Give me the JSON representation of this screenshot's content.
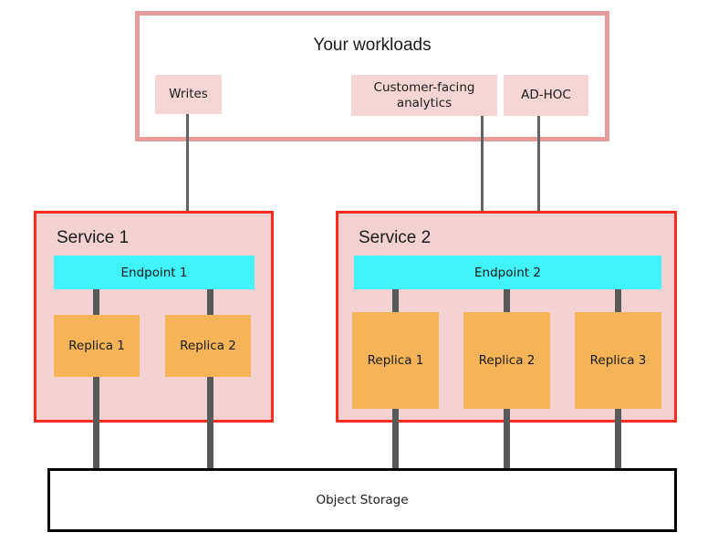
{
  "diagram": {
    "title_region": "data-service-architecture",
    "colors": {
      "workload_border": "#e79c9c",
      "chip_fill": "#f6d6d4",
      "service_border": "#fa2e1e",
      "service_fill": "#f4d2d1",
      "endpoint_fill": "#40f4f9",
      "replica_fill": "#f4b457",
      "storage_border": "#000000",
      "connector": "#595959",
      "arrow": "#636363"
    }
  },
  "workloads": {
    "label": "Your workloads",
    "items": [
      {
        "label": "Writes"
      },
      {
        "label": "Customer-facing analytics"
      },
      {
        "label": "AD-HOC"
      }
    ]
  },
  "services": [
    {
      "label": "Service 1",
      "endpoint": "Endpoint 1",
      "replicas": [
        {
          "label": "Replica 1"
        },
        {
          "label": "Replica 2"
        }
      ]
    },
    {
      "label": "Service 2",
      "endpoint": "Endpoint 2",
      "replicas": [
        {
          "label": "Replica 1"
        },
        {
          "label": "Replica 2"
        },
        {
          "label": "Replica 3"
        }
      ]
    }
  ],
  "storage": {
    "label": "Object Storage"
  }
}
